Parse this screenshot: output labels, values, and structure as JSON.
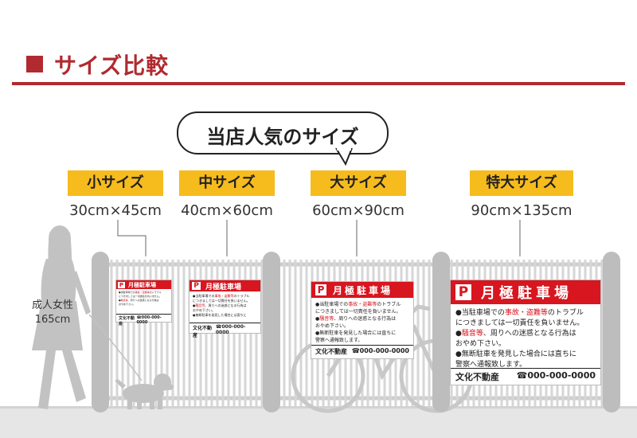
{
  "header": {
    "title": "サイズ比較"
  },
  "bubble": {
    "text": "当店人気のサイズ"
  },
  "sizes": [
    {
      "name": "小サイズ",
      "dims": "30cm×45cm"
    },
    {
      "name": "中サイズ",
      "dims": "40cm×60cm"
    },
    {
      "name": "大サイズ",
      "dims": "60cm×90cm"
    },
    {
      "name": "特大サイズ",
      "dims": "90cm×135cm"
    }
  ],
  "person": {
    "label": "成人女性",
    "height": "165cm"
  },
  "sign": {
    "p": "P",
    "title": "月極駐車場",
    "l1a": "●当駐車場での",
    "l1b": "事故・盗難等",
    "l1c": "のトラブル",
    "l2": "につきましては一切責任を負いません。",
    "l3a": "●",
    "l3b": "騒音等",
    "l3c": "、周りへの迷惑となる行為は",
    "l4": "おやめ下さい。",
    "l5": "●無断駐車を発見した場合には直ちに",
    "l6": "警察へ通報致します。",
    "company": "文化不動産",
    "phone": "☎000-000-0000"
  },
  "colors": {
    "accent": "#b02a30",
    "tag": "#f6bb1d",
    "sign_red": "#d7161f",
    "fence": "#cfcfcf",
    "post": "#bdbdbd"
  }
}
